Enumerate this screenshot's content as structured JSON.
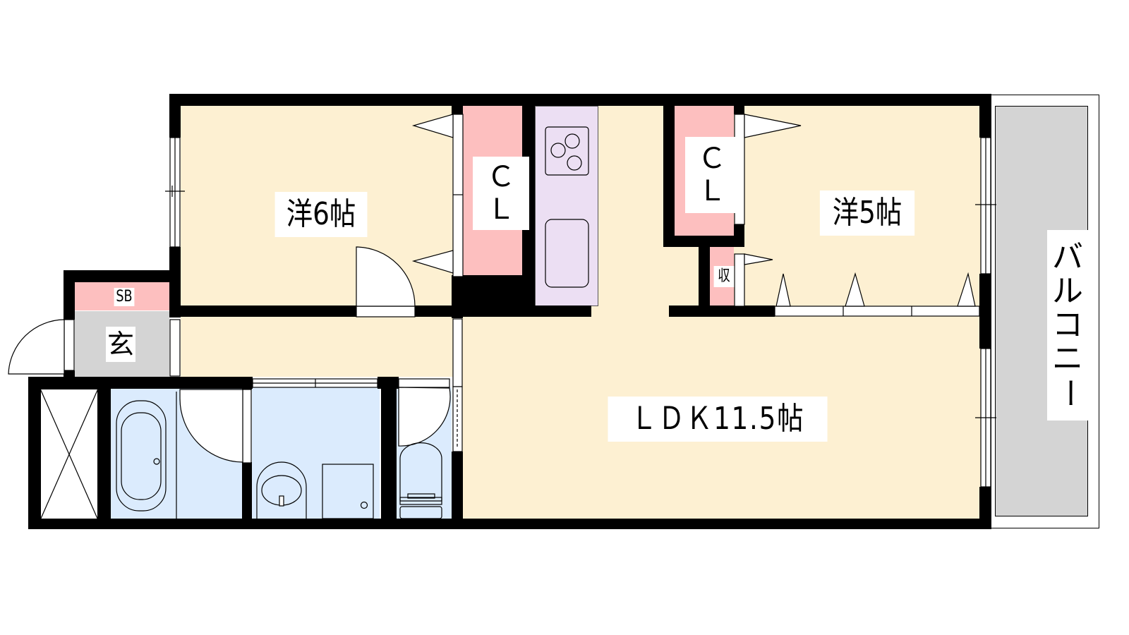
{
  "floorplan": {
    "rooms": {
      "western_6": {
        "label": "洋6帖",
        "type": "western-room",
        "size_jo": 6
      },
      "western_5": {
        "label": "洋5帖",
        "type": "western-room",
        "size_jo": 5
      },
      "ldk": {
        "label": "ＬＤＫ11.5帖",
        "type": "living-dining-kitchen",
        "size_jo": 11.5
      },
      "closet_left": {
        "label_top": "Ｃ",
        "label_bottom": "Ｌ",
        "type": "closet"
      },
      "closet_right": {
        "label_top": "Ｃ",
        "label_bottom": "Ｌ",
        "type": "closet"
      },
      "storage": {
        "label": "収",
        "type": "storage"
      },
      "shoe_box": {
        "label": "SB",
        "type": "shoe-box"
      },
      "entrance": {
        "label": "玄",
        "type": "entrance"
      },
      "balcony": {
        "label_chars": [
          "バ",
          "ル",
          "コ",
          "ニ",
          "ー"
        ],
        "type": "balcony"
      }
    },
    "fixtures": [
      "kitchen-stove",
      "kitchen-sink",
      "bathtub",
      "washbasin",
      "washing-machine-space",
      "toilet",
      "storage-x"
    ],
    "colors": {
      "wall": "#000000",
      "room": "#fdf0d2",
      "closet": "#fdbfbf",
      "entrance": "#d4d4d4",
      "wet_area": "#dbebfd",
      "kitchen": "#ecdff3",
      "balcony": "#d4d4d4"
    }
  }
}
